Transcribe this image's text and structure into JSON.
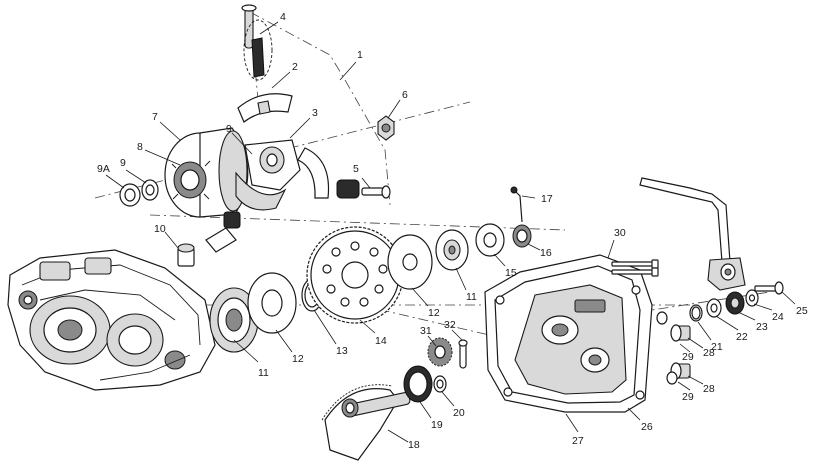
{
  "callouts": [
    {
      "id": "c1",
      "text": "1"
    },
    {
      "id": "c2",
      "text": "2"
    },
    {
      "id": "c3",
      "text": "3"
    },
    {
      "id": "c4",
      "text": "4"
    },
    {
      "id": "c5",
      "text": "5"
    },
    {
      "id": "c6",
      "text": "6"
    },
    {
      "id": "c7",
      "text": "7"
    },
    {
      "id": "c8",
      "text": "8"
    },
    {
      "id": "c9a",
      "text": "9"
    },
    {
      "id": "c9b",
      "text": "9"
    },
    {
      "id": "c9A",
      "text": "9A"
    },
    {
      "id": "c10",
      "text": "10"
    },
    {
      "id": "c11a",
      "text": "11"
    },
    {
      "id": "c11b",
      "text": "11"
    },
    {
      "id": "c12a",
      "text": "12"
    },
    {
      "id": "c12b",
      "text": "12"
    },
    {
      "id": "c13",
      "text": "13"
    },
    {
      "id": "c14",
      "text": "14"
    },
    {
      "id": "c15",
      "text": "15"
    },
    {
      "id": "c16",
      "text": "16"
    },
    {
      "id": "c17",
      "text": "17"
    },
    {
      "id": "c18",
      "text": "18"
    },
    {
      "id": "c19",
      "text": "19"
    },
    {
      "id": "c20",
      "text": "20"
    },
    {
      "id": "c21",
      "text": "21"
    },
    {
      "id": "c22",
      "text": "22"
    },
    {
      "id": "c23",
      "text": "23"
    },
    {
      "id": "c24",
      "text": "24"
    },
    {
      "id": "c25",
      "text": "25"
    },
    {
      "id": "c26",
      "text": "26"
    },
    {
      "id": "c27",
      "text": "27"
    },
    {
      "id": "c28a",
      "text": "28"
    },
    {
      "id": "c28b",
      "text": "28"
    },
    {
      "id": "c29a",
      "text": "29"
    },
    {
      "id": "c29b",
      "text": "29"
    },
    {
      "id": "c30",
      "text": "30"
    },
    {
      "id": "c31",
      "text": "31"
    },
    {
      "id": "c32",
      "text": "32"
    }
  ]
}
